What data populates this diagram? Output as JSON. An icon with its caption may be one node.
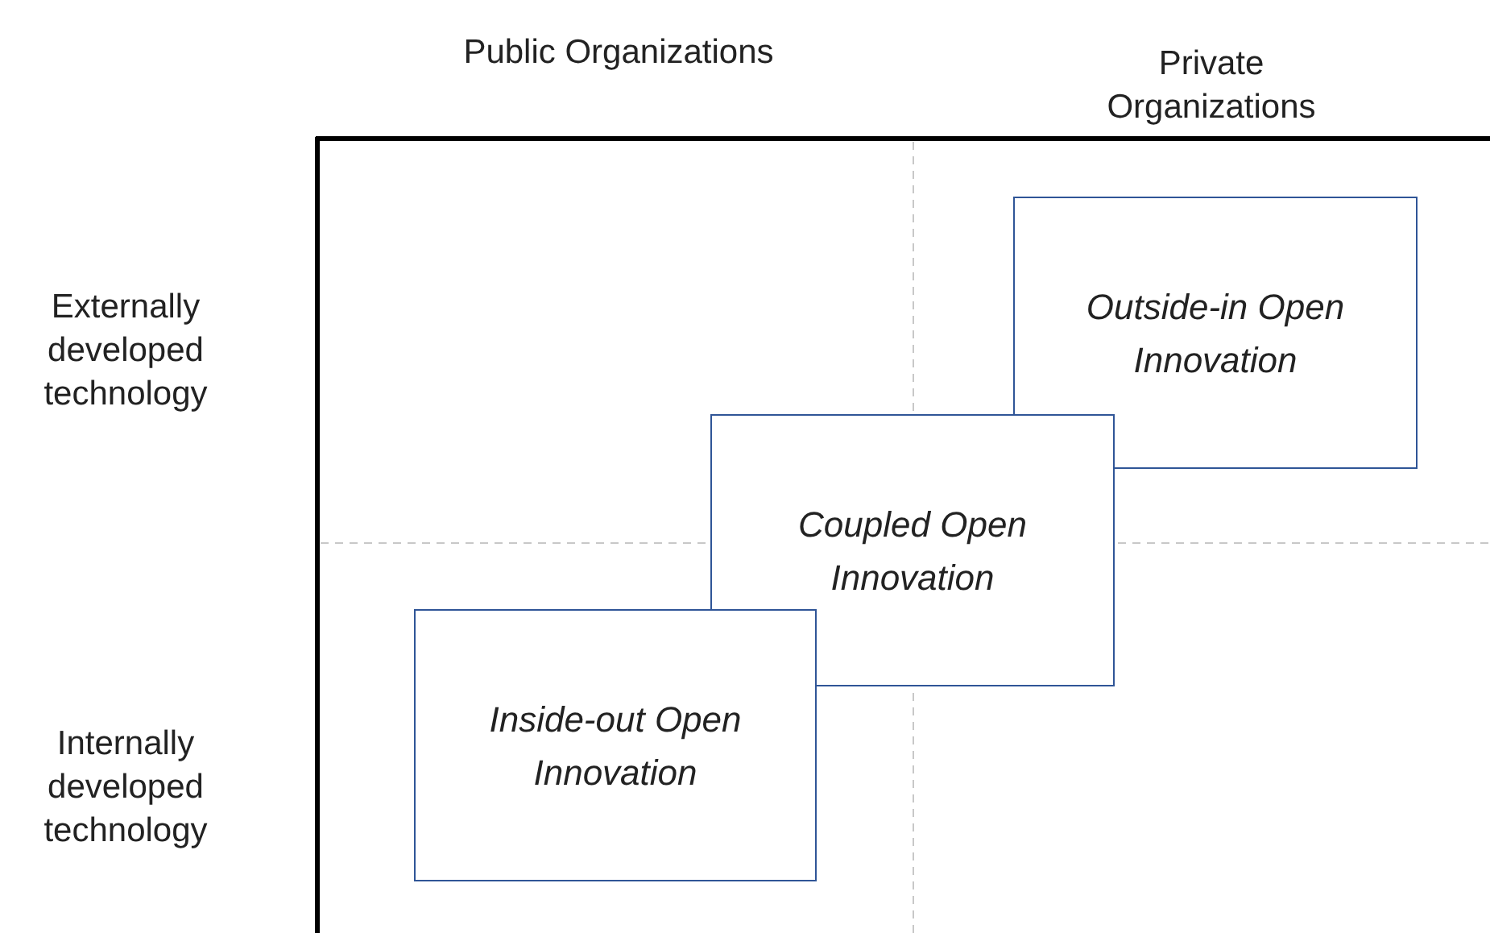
{
  "diagram": {
    "nodes": [
      {
        "text": [
          "Outside-in Open Innovation"
        ]
      },
      {
        "text": [
          "Coupled Open Innovation"
        ]
      },
      {
        "text": [
          "Inside-out Open Innovation"
        ]
      }
    ],
    "edges": [],
    "labels": [
      "Public Organizations",
      "Private Organizations",
      "Externally developed technology",
      "Internally developed technology"
    ]
  }
}
